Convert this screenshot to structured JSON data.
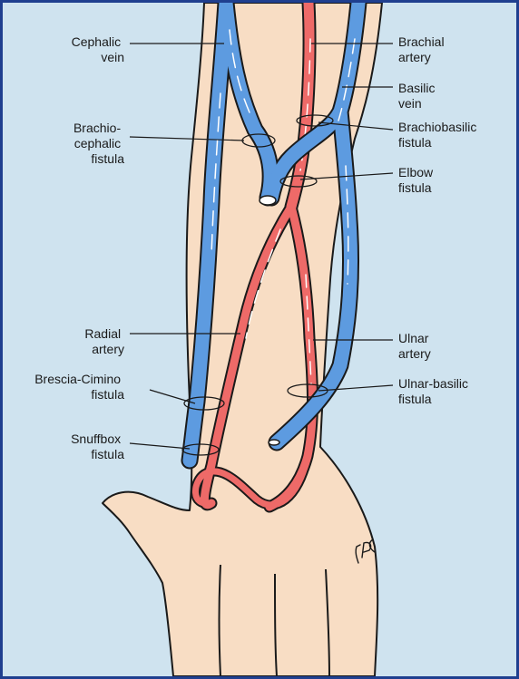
{
  "diagram": {
    "colors": {
      "background": "#cfe3ef",
      "skin": "#f8ddc4",
      "vein": "#5d9be0",
      "artery": "#ee6a68",
      "outline": "#1a1a1a",
      "frame": "#1f3f8f"
    },
    "labels": {
      "cephalic_vein": [
        "Cephalic",
        "vein"
      ],
      "brachiocephalic_fistula": [
        "Brachio-",
        "cephalic",
        "fistula"
      ],
      "radial_artery": [
        "Radial",
        "artery"
      ],
      "brescia_cimino_fistula": [
        "Brescia-Cimino",
        "fistula"
      ],
      "snuffbox_fistula": [
        "Snuffbox",
        "fistula"
      ],
      "brachial_artery": [
        "Brachial",
        "artery"
      ],
      "basilic_vein": [
        "Basilic",
        "vein"
      ],
      "brachiobasilic_fistula": [
        "Brachiobasilic",
        "fistula"
      ],
      "elbow_fistula": [
        "Elbow",
        "fistula"
      ],
      "ulnar_artery": [
        "Ulnar",
        "artery"
      ],
      "ulnar_basilic_fistula": [
        "Ulnar-basilic",
        "fistula"
      ]
    },
    "signature": "JPC"
  }
}
